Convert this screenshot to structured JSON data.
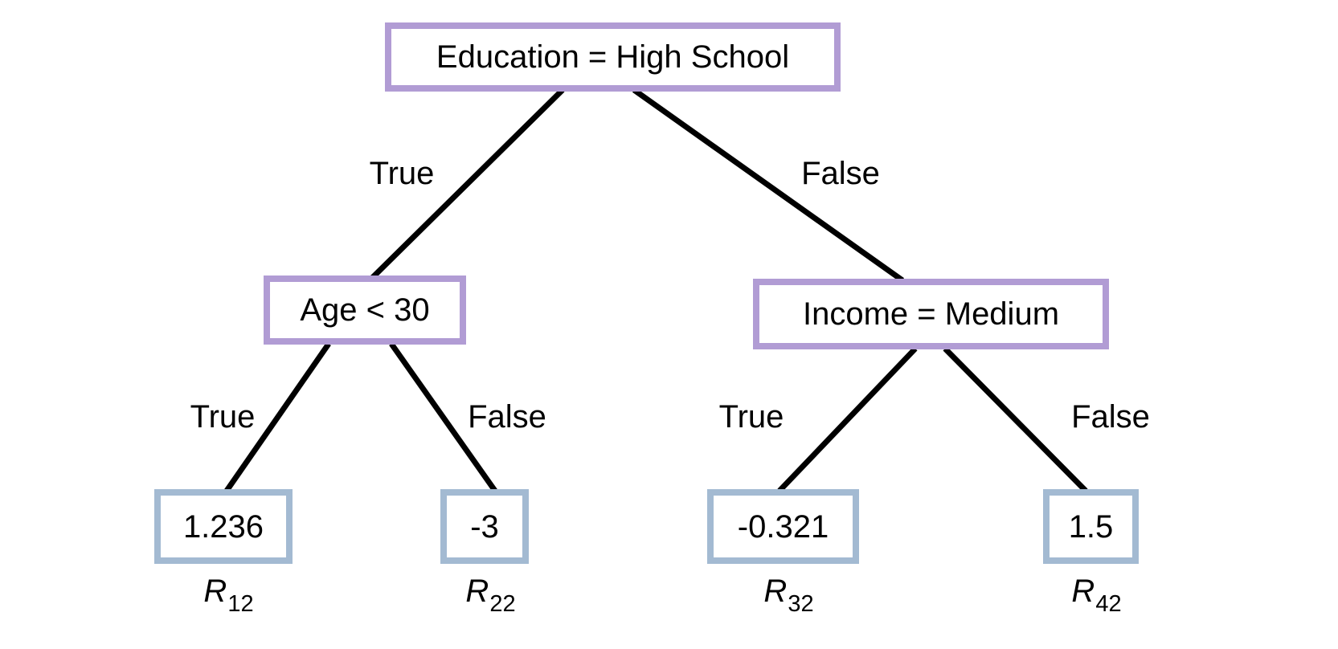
{
  "diagram": {
    "type": "decision-tree",
    "nodes": {
      "root": {
        "label": "Education = High School"
      },
      "left_child": {
        "label": "Age < 30"
      },
      "right_child": {
        "label": "Income = Medium"
      }
    },
    "edge_labels": {
      "root_true": "True",
      "root_false": "False",
      "left_true": "True",
      "left_false": "False",
      "right_true": "True",
      "right_false": "False"
    },
    "leaves": [
      {
        "value": "1.236",
        "region_base": "R",
        "region_subscript": "12"
      },
      {
        "value": "-3",
        "region_base": "R",
        "region_subscript": "22"
      },
      {
        "value": "-0.321",
        "region_base": "R",
        "region_subscript": "32"
      },
      {
        "value": "1.5",
        "region_base": "R",
        "region_subscript": "42"
      }
    ],
    "colors": {
      "decision_node_border": "#b19cd4",
      "leaf_node_border": "#a3bad2",
      "edge_line": "#000000",
      "text": "#000000",
      "background": "#ffffff"
    }
  }
}
